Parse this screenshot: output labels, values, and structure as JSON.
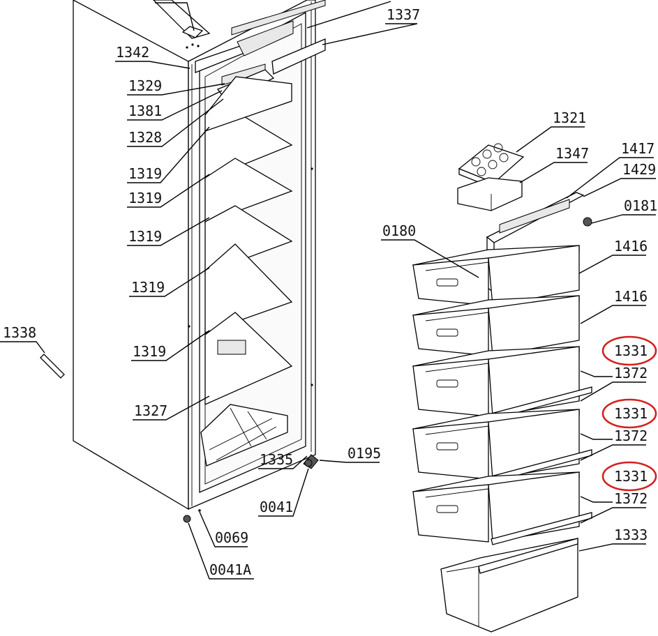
{
  "labels": {
    "l1342": "1342",
    "l1329": "1329",
    "l1381": "1381",
    "l1328": "1328",
    "l1319a": "1319",
    "l1319b": "1319",
    "l1319c": "1319",
    "l1319d": "1319",
    "l1319e": "1319",
    "l1327": "1327",
    "l1338": "1338",
    "l1337": "1337",
    "l0195": "0195",
    "l1335": "1335",
    "l0041": "0041",
    "l0069": "0069",
    "l0041a": "0041A",
    "l1321": "1321",
    "l1347": "1347",
    "l1417": "1417",
    "l1429": "1429",
    "l0181": "0181",
    "l0180": "0180",
    "l1416a": "1416",
    "l1416b": "1416",
    "l1331a": "1331",
    "l1372a": "1372",
    "l1331b": "1331",
    "l1372b": "1372",
    "l1331c": "1331",
    "l1372c": "1372",
    "l1333": "1333"
  },
  "colors": {
    "line": "#000000",
    "highlight": "#d42020",
    "background": "#ffffff"
  }
}
